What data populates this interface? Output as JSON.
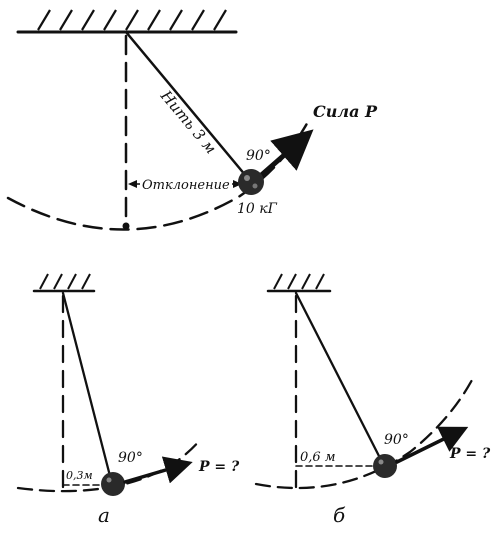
{
  "main_diagram": {
    "string_label": "Нить 3 м",
    "force_label": "Сила P",
    "angle_label": "90°",
    "deflection_label": "Отклонение",
    "mass_label": "10 кГ"
  },
  "diagram_a": {
    "angle_label": "90°",
    "force_label": "P = ?",
    "deflection_label": "0,3м",
    "caption": "а"
  },
  "diagram_b": {
    "angle_label": "90°",
    "force_label": "P = ?",
    "deflection_label": "0,6 м",
    "caption": "б"
  },
  "colors": {
    "ink": "#111111",
    "background": "#ffffff"
  }
}
